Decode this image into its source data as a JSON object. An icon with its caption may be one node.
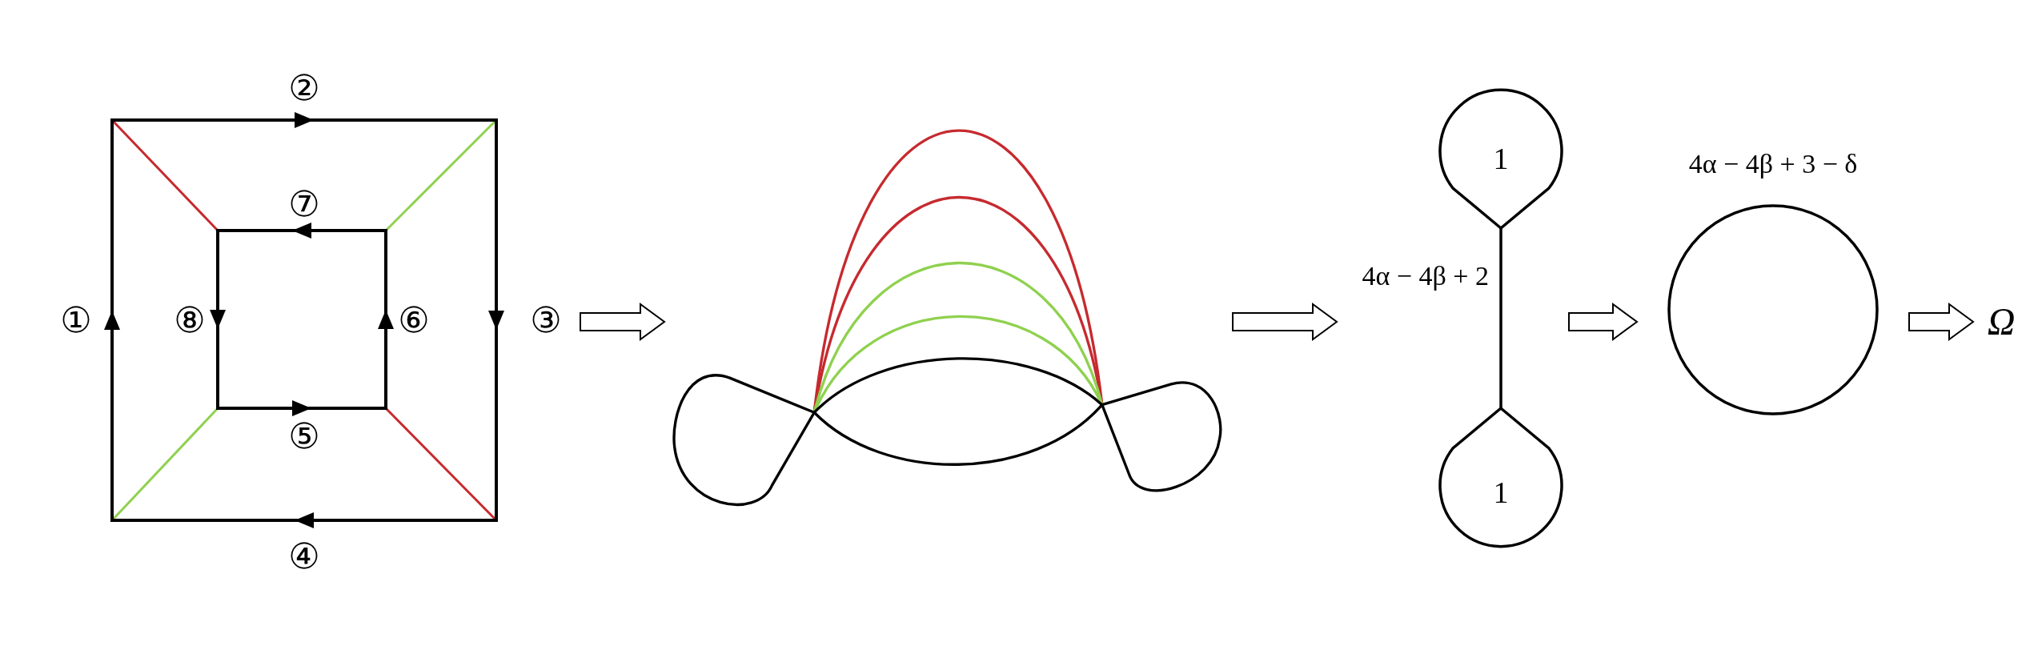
{
  "diagram": {
    "nodes": [
      {
        "text": [],
        "shape": "graph"
      },
      {
        "text": [],
        "shape": "graph"
      },
      {
        "text": [
          "1",
          "1"
        ],
        "beside": [
          "4α − 4β + 2"
        ]
      },
      {
        "text": [],
        "shape": "circle",
        "beside": [
          "4α − 4β + 3 − δ"
        ]
      },
      {
        "text": [
          "Ω"
        ]
      }
    ],
    "edges": [
      {
        "from": 0,
        "to": 1,
        "arrow": "to"
      },
      {
        "from": 1,
        "to": 2,
        "arrow": "to"
      },
      {
        "from": 2,
        "to": 3,
        "arrow": "to"
      },
      {
        "from": 3,
        "to": 4,
        "arrow": "to"
      }
    ],
    "labels": [
      "②",
      "⑦",
      "①",
      "⑧",
      "⑥",
      "③",
      "⑤",
      "④"
    ]
  }
}
